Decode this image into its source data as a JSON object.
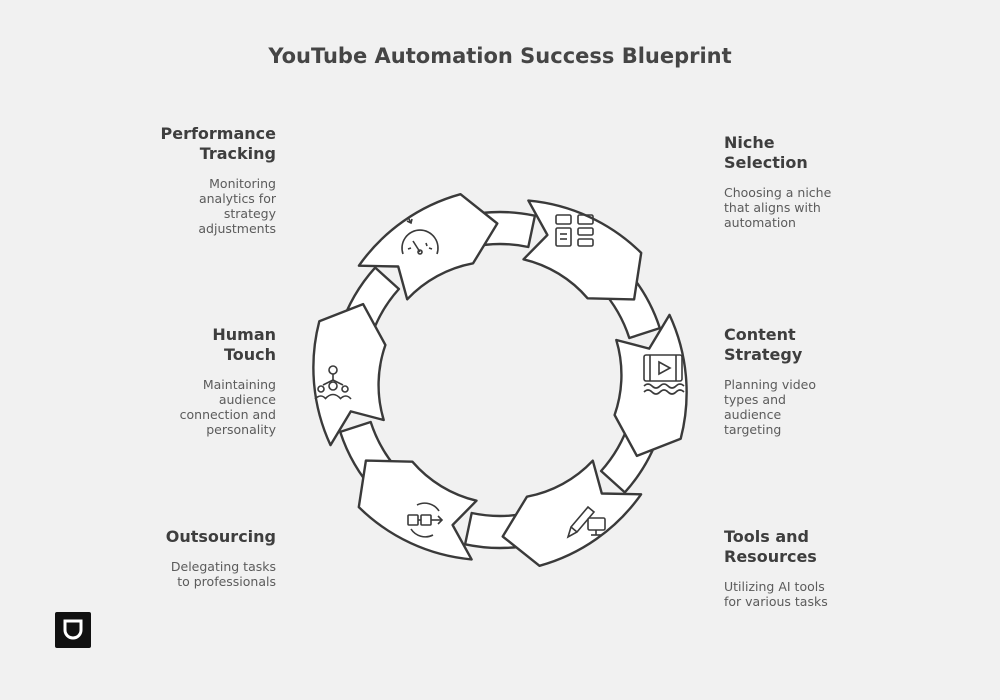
{
  "title": "YouTube Automation Success Blueprint",
  "steps": [
    {
      "heading": "Niche Selection",
      "description": "Choosing a niche that aligns with automation",
      "icon": "layout-grid-icon"
    },
    {
      "heading": "Content Strategy",
      "description": "Planning video types and audience targeting",
      "icon": "video-film-icon"
    },
    {
      "heading": "Tools and Resources",
      "description": "Utilizing AI tools for various tasks",
      "icon": "pen-monitor-icon"
    },
    {
      "heading": "Outsourcing",
      "description": "Delegating tasks to professionals",
      "icon": "outsource-arrows-icon"
    },
    {
      "heading": "Human Touch",
      "description": "Maintaining audience connection and personality",
      "icon": "people-network-icon"
    },
    {
      "heading": "Performance Tracking",
      "description": "Monitoring analytics for strategy adjustments",
      "icon": "speedometer-icon"
    }
  ],
  "colors": {
    "background": "#f1f1f1",
    "stroke": "#3a3a3a",
    "fill": "#ffffff"
  },
  "logo_icon": "logo-icon"
}
